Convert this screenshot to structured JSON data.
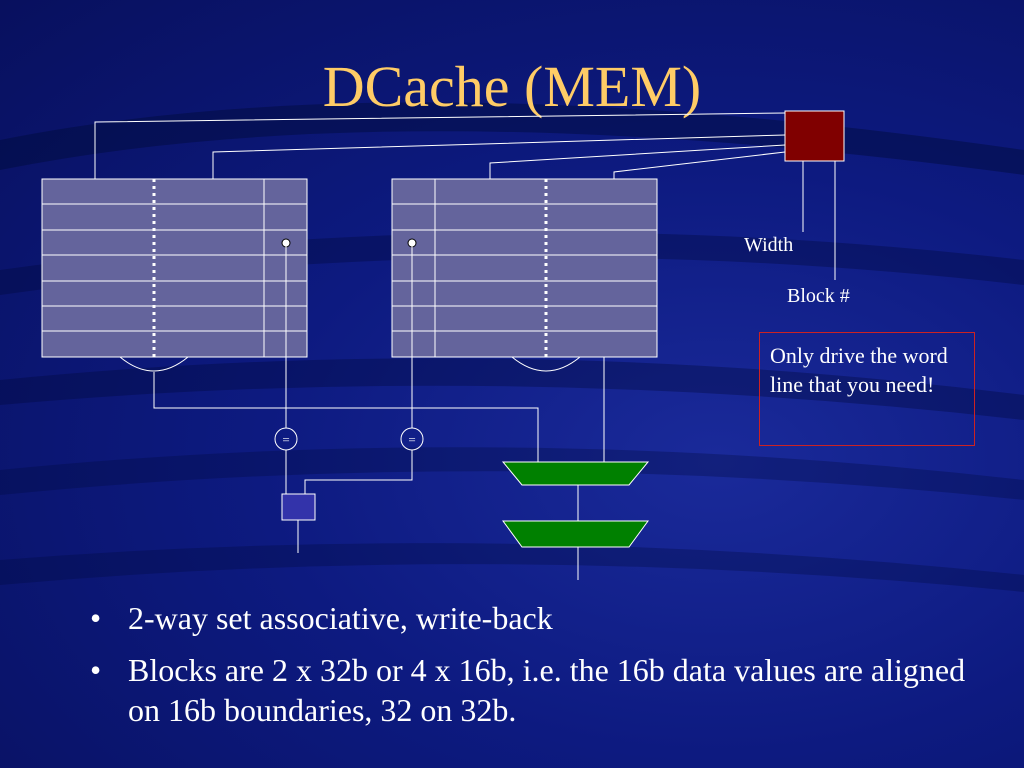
{
  "slide": {
    "title": "DCache (MEM)"
  },
  "diagram": {
    "labels": {
      "width": "Width",
      "block_num": "Block #",
      "compare_left": "=",
      "compare_right": "="
    },
    "colors": {
      "array_fill": "#64649c",
      "array_grid": "#ffffff",
      "register_fill": "#800000",
      "mux_fill": "#008000",
      "select_fill": "#3333aa",
      "wire": "#ffffff"
    },
    "array_rows": 7
  },
  "note": {
    "text": "Only drive the word line that you need!"
  },
  "bullets": [
    "2-way set associative, write-back",
    "Blocks are 2 x 32b or 4 x 16b, i.e. the 16b data values are aligned on 16b boundaries, 32 on 32b."
  ]
}
